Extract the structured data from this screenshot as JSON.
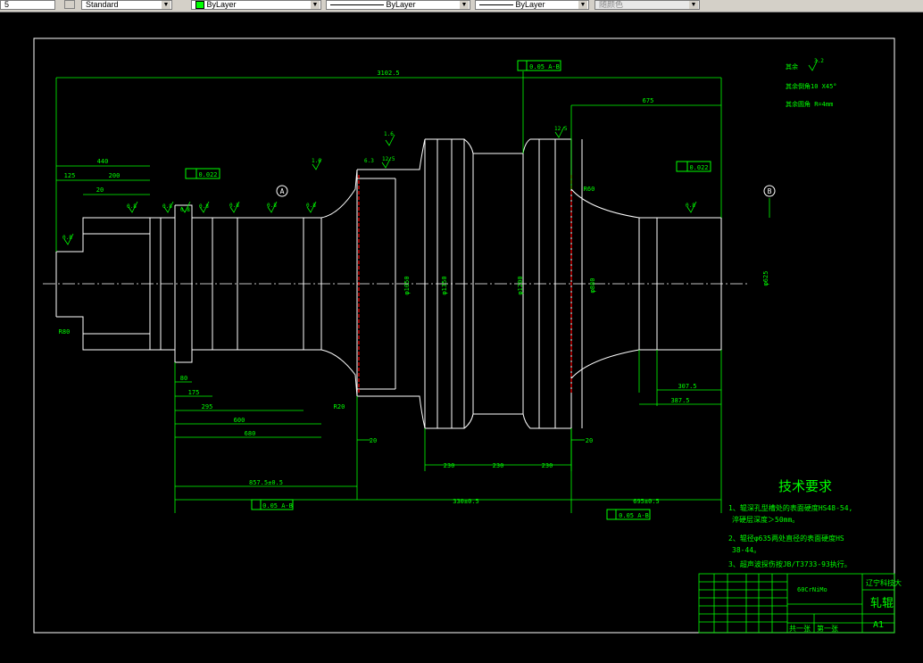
{
  "toolbar": {
    "textstyle_value": "Standard",
    "layer_value": "ByLayer",
    "linetype_value": "ByLayer",
    "lineweight_value": "ByLayer",
    "plotstyle_value": "随颜色"
  },
  "colors": {
    "background": "#000000",
    "geometry": "#ffffff",
    "dimension": "#00ff00",
    "centerline": "#ff0000",
    "border": "#ffffff"
  },
  "dimensions": {
    "total_length": "3102.5",
    "d440": "440",
    "d125": "125",
    "d200": "200",
    "d20a": "20",
    "d675": "675",
    "d80": "80",
    "d175": "175",
    "d295": "295",
    "d600": "600",
    "d680": "680",
    "d20b": "20",
    "d20c": "20",
    "d230a": "230",
    "d230b": "230",
    "d230c": "230",
    "d857": "857.5±0.5",
    "d330": "330±0.5",
    "d695": "695±0.5",
    "d307": "307.5",
    "d387": "387.5",
    "dia_a": "φ1200",
    "dia_b": "φ1350",
    "dia_c": "φ1050",
    "dia_d": "φ880",
    "dia_e": "φ625",
    "r60": "R60",
    "r80": "R80",
    "r20": "R20"
  },
  "tolerances": {
    "t_top": "0.05 A-B",
    "t_left": "0.022",
    "t_right": "0.022",
    "t_bottom_left": "0.05 A-B",
    "t_bottom_right": "0.05 A-B"
  },
  "datums": {
    "a": "A",
    "b": "B"
  },
  "roughness": {
    "r1": "3.2",
    "r2": "0.8",
    "r3": "1.6",
    "r4": "12.5",
    "r5": "6.3"
  },
  "top_notes": {
    "rest_label": "其余",
    "chamfer": "其余倒角10 X45°",
    "fillet": "其余圆角 R=4mm"
  },
  "tech_req": {
    "title": "技术要求",
    "line1a": "1、辊深孔型槽处的表面硬度HS48-54,",
    "line1b": "淬硬层深度＞50mm。",
    "line2a": "2、辊径φ635两处直径的表面硬度HS",
    "line2b": "38-44。",
    "line3": "3、超声波探伤按JB/T3733-93执行。"
  },
  "title_block": {
    "material": "60CrNiMo",
    "school": "辽宁科技大",
    "part_name": "轧辊",
    "sheet_size": "A1",
    "sheets_total": "共一张",
    "sheet_no": "第一张"
  }
}
